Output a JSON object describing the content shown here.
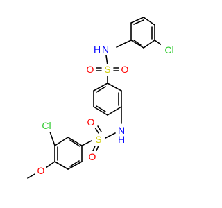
{
  "molecule": {
    "atoms": {
      "nh_top": "N",
      "h_top": "H",
      "cl_top": "Cl",
      "s_top": "S",
      "o_top_left": "O",
      "o_top_right": "O",
      "nh_mid": "N",
      "h_mid": "H",
      "s_bottom": "S",
      "o_bottom_up": "O",
      "o_bottom_down": "O",
      "cl_bottom": "Cl",
      "o_methoxy": "O"
    },
    "colors": {
      "nitrogen": "#0000FF",
      "sulfur": "#CCCC00",
      "oxygen": "#FF0000",
      "chlorine": "#33CC33",
      "carbon_bond": "#000000"
    }
  }
}
